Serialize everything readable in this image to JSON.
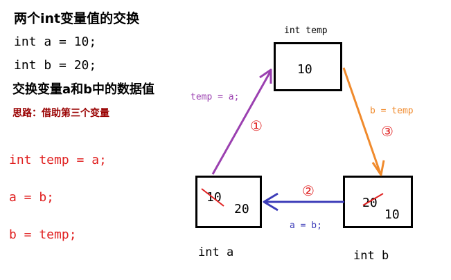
{
  "notes": {
    "title": "两个int变量值的交换",
    "decl_a": "int a = 10;",
    "decl_b": "int b = 20;",
    "subtitle": "交换变量a和b中的数据值",
    "hint": "思路：借助第三个变量",
    "step1": "int temp = a;",
    "step2": "a = b;",
    "step3": "b = temp;"
  },
  "diagram": {
    "temp": {
      "label": "int temp",
      "value": "10"
    },
    "a": {
      "label": "int a",
      "old_value": "10",
      "new_value": "20"
    },
    "b": {
      "label": "int b",
      "old_value": "20",
      "new_value": "10"
    },
    "arrows": [
      {
        "marker": "①",
        "text": "temp = a;",
        "color": "#9b40b0"
      },
      {
        "marker": "②",
        "text": "a = b;",
        "color": "#3c3cb8"
      },
      {
        "marker": "③",
        "text": "b = temp",
        "color": "#f08a2c"
      }
    ],
    "strike_color": "#e02020"
  }
}
